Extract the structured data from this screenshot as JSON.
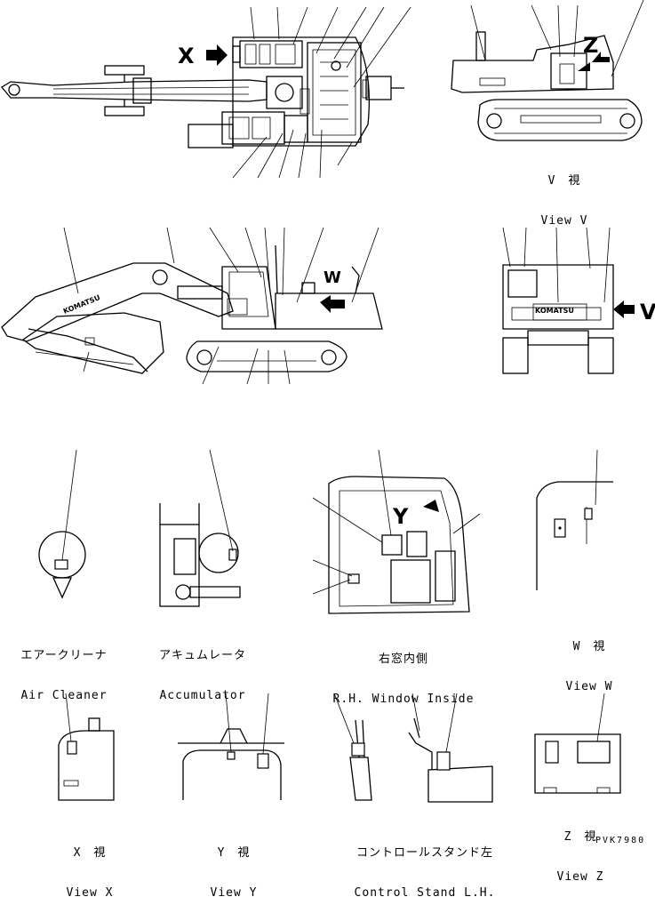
{
  "arrow_letters": {
    "x": "X",
    "z": "Z",
    "w": "W",
    "v": "V",
    "y": "Y"
  },
  "brand_text": "KOMATSU",
  "views": [
    {
      "id": "view-v",
      "jp": "V　視",
      "en": "View V"
    },
    {
      "id": "air-cleaner",
      "jp": "エアークリーナ",
      "en": "Air Cleaner"
    },
    {
      "id": "accumulator",
      "jp": "アキュムレータ",
      "en": "Accumulator"
    },
    {
      "id": "rh-window",
      "jp": "右窓内側",
      "en": "R.H. Window Inside"
    },
    {
      "id": "view-w",
      "jp": "W　視",
      "en": "View W"
    },
    {
      "id": "view-x",
      "jp": "X　視",
      "en": "View X"
    },
    {
      "id": "view-y",
      "jp": "Y　視",
      "en": "View Y"
    },
    {
      "id": "control-stand",
      "jp": "コントロールスタンド左",
      "en": "Control Stand L.H."
    },
    {
      "id": "view-z",
      "jp": "Z　視",
      "en": "View Z"
    }
  ],
  "drawing_code": "PVK7980"
}
